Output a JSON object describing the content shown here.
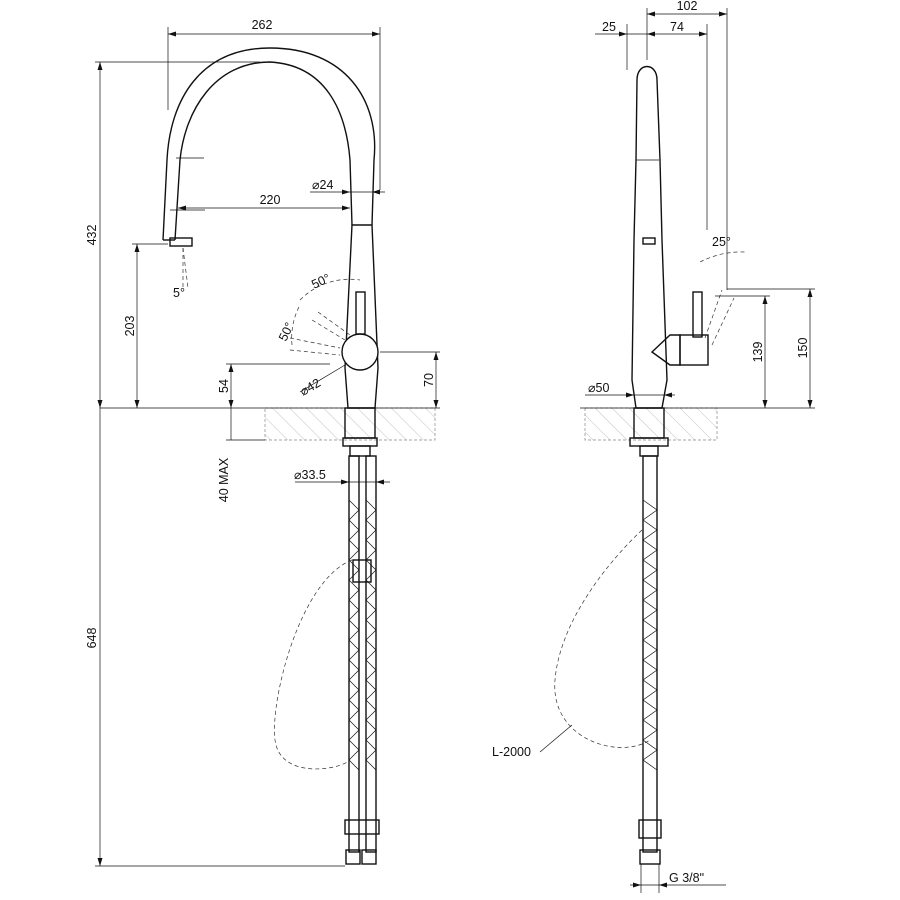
{
  "dimensions": {
    "front": {
      "overall_width": "262",
      "spout_reach": "220",
      "spout_diameter": "⌀24",
      "total_height": "432",
      "outlet_height": "203",
      "handle_height": "54",
      "body_height": "70",
      "handle_diameter": "⌀42",
      "base_thickness_max": "40 MAX",
      "below_deck_length": "648",
      "shank_diameter": "⌀33.5",
      "spray_angle": "5°",
      "handle_angle_up": "50°",
      "handle_angle_down": "50°"
    },
    "side": {
      "head_depth": "25",
      "head_to_lever": "74",
      "overall_depth": "102",
      "lever_angle": "25°",
      "lever_height_inner": "139",
      "lever_height_outer": "150",
      "base_diameter": "⌀50",
      "hose_length": "L-2000",
      "connection_thread": "G  3/8ʺ"
    }
  }
}
